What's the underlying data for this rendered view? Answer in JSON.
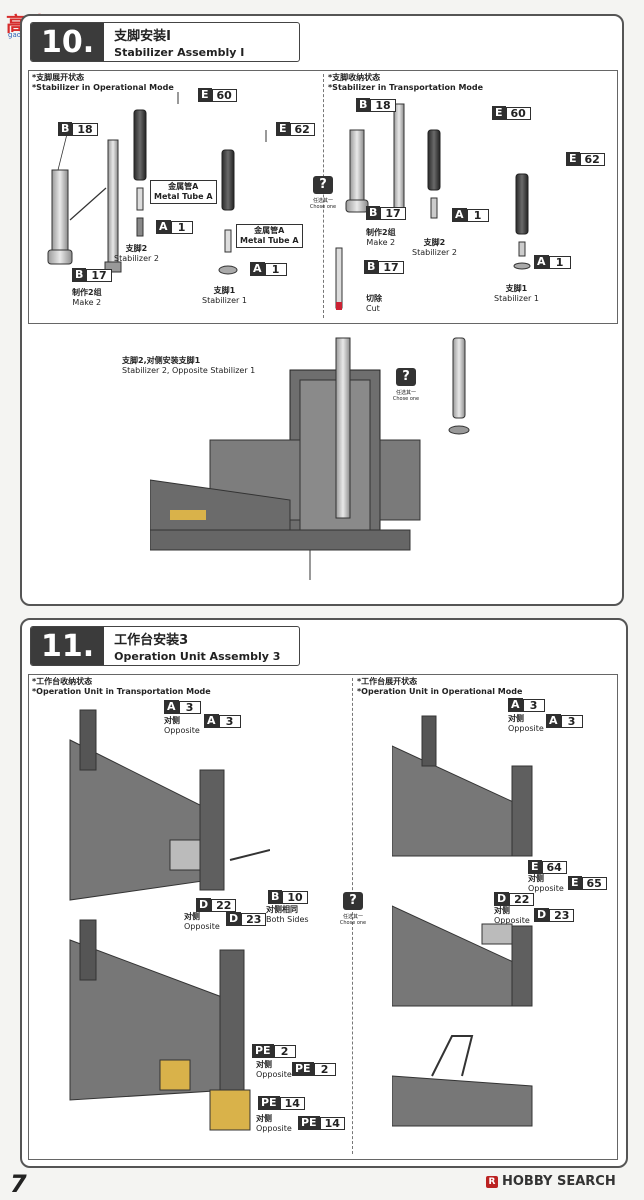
{
  "watermark": {
    "text": "高达网",
    "sub": "gao-shou.com"
  },
  "step10": {
    "number": "10.",
    "title_cn": "支脚安装Ⅰ",
    "title_en": "Stabilizer Assembly Ⅰ",
    "left": {
      "title_cn": "*支脚展开状态",
      "title_en": "*Stabilizer in Operational Mode",
      "tags": {
        "b18": {
          "k": "B",
          "n": "18"
        },
        "e60": {
          "k": "E",
          "n": "60"
        },
        "e62": {
          "k": "E",
          "n": "62"
        },
        "a1a": {
          "k": "A",
          "n": "1"
        },
        "a1b": {
          "k": "A",
          "n": "1"
        },
        "b17": {
          "k": "B",
          "n": "17"
        }
      },
      "metal_tube_1": {
        "cn": "金属管A",
        "en": "Metal Tube A"
      },
      "metal_tube_2": {
        "cn": "金属管A",
        "en": "Metal Tube A"
      },
      "stab2": {
        "cn": "支脚2",
        "en": "Stabilizer 2"
      },
      "stab1": {
        "cn": "支脚1",
        "en": "Stabilizer 1"
      },
      "make2": {
        "cn": "制作2组",
        "en": "Make 2"
      }
    },
    "right": {
      "title_cn": "*支脚收纳状态",
      "title_en": "*Stabilizer in Transportation Mode",
      "tags": {
        "b18": {
          "k": "B",
          "n": "18"
        },
        "e60": {
          "k": "E",
          "n": "60"
        },
        "e62": {
          "k": "E",
          "n": "62"
        },
        "b17a": {
          "k": "B",
          "n": "17"
        },
        "b17b": {
          "k": "B",
          "n": "17"
        },
        "a1a": {
          "k": "A",
          "n": "1"
        },
        "a1b": {
          "k": "A",
          "n": "1"
        }
      },
      "make2": {
        "cn": "制作2组",
        "en": "Make 2"
      },
      "stab2": {
        "cn": "支脚2",
        "en": "Stabilizer 2"
      },
      "stab1": {
        "cn": "支脚1",
        "en": "Stabilizer 1"
      },
      "cut": {
        "cn": "切除",
        "en": "Cut"
      }
    },
    "choose_one": {
      "mark": "?",
      "cn": "任选其一",
      "en": "Chose one"
    },
    "bottom": {
      "label_cn": "支脚2,对侧安装支脚1",
      "label_en": "Stabilizer 2, Opposite Stabilizer 1",
      "choose_one": {
        "mark": "?",
        "cn": "任选其一",
        "en": "Chose one"
      }
    }
  },
  "step11": {
    "number": "11.",
    "title_cn": "工作台安装3",
    "title_en": "Operation Unit Assembly 3",
    "left": {
      "title_cn": "*工作台收纳状态",
      "title_en": "*Operation Unit in Transportation Mode",
      "tags": {
        "a3a": {
          "k": "A",
          "n": "3"
        },
        "a3b": {
          "k": "A",
          "n": "3"
        },
        "d22": {
          "k": "D",
          "n": "22"
        },
        "d23": {
          "k": "D",
          "n": "23"
        },
        "b10": {
          "k": "B",
          "n": "10"
        },
        "pe2a": {
          "k": "PE",
          "n": "2"
        },
        "pe2b": {
          "k": "PE",
          "n": "2"
        },
        "pe14a": {
          "k": "PE",
          "n": "14"
        },
        "pe14b": {
          "k": "PE",
          "n": "14"
        }
      },
      "opposite": {
        "cn": "对侧",
        "en": "Opposite"
      },
      "both_sides": {
        "cn": "对侧相同",
        "en": "Both Sides"
      }
    },
    "right": {
      "title_cn": "*工作台展开状态",
      "title_en": "*Operation Unit in Operational Mode",
      "tags": {
        "a3a": {
          "k": "A",
          "n": "3"
        },
        "a3b": {
          "k": "A",
          "n": "3"
        },
        "e64": {
          "k": "E",
          "n": "64"
        },
        "e65": {
          "k": "E",
          "n": "65"
        },
        "d22": {
          "k": "D",
          "n": "22"
        },
        "d23": {
          "k": "D",
          "n": "23"
        }
      },
      "opposite": {
        "cn": "对侧",
        "en": "Opposite"
      }
    },
    "choose_one": {
      "mark": "?",
      "cn": "任选其一",
      "en": "Chose one"
    }
  },
  "footer": {
    "page": "7",
    "brand": "HOBBY SEARCH",
    "brand_mark": "R"
  },
  "colors": {
    "part_gray": "#7a7a7a",
    "part_dark": "#3b3b3b",
    "accent_gold": "#d9b24a",
    "accent_red": "#c23"
  }
}
